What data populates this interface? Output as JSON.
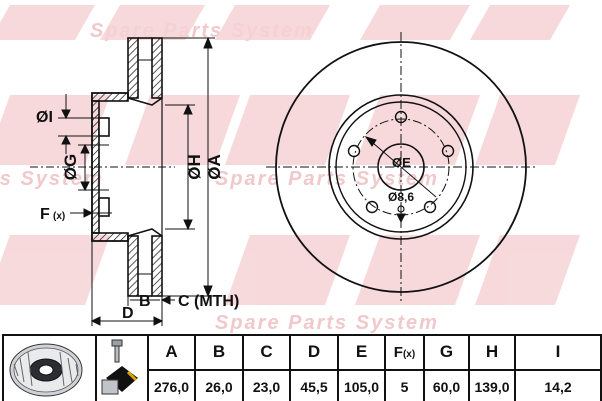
{
  "watermark": {
    "tagline": "Spare Parts System",
    "tagline_fragment": "rs System",
    "logo_color": "#f6d3d6"
  },
  "labels": {
    "diameter_a": "ØA",
    "diameter_h": "ØH",
    "thickness_i": "ØI",
    "diameter_g": "ØG",
    "f_main": "F",
    "f_sub": "(x)",
    "b": "B",
    "c_mth": "C (MTH)",
    "d": "D",
    "diameter_e": "ØE",
    "small_hole": "Ø8,6"
  },
  "table": {
    "headers": [
      "A",
      "B",
      "C",
      "D",
      "E",
      "F",
      "G",
      "H",
      "I"
    ],
    "header_f_sub": "(x)",
    "values": [
      "276,0",
      "26,0",
      "23,0",
      "45,5",
      "105,0",
      "5",
      "60,0",
      "139,0",
      "14,2"
    ]
  }
}
